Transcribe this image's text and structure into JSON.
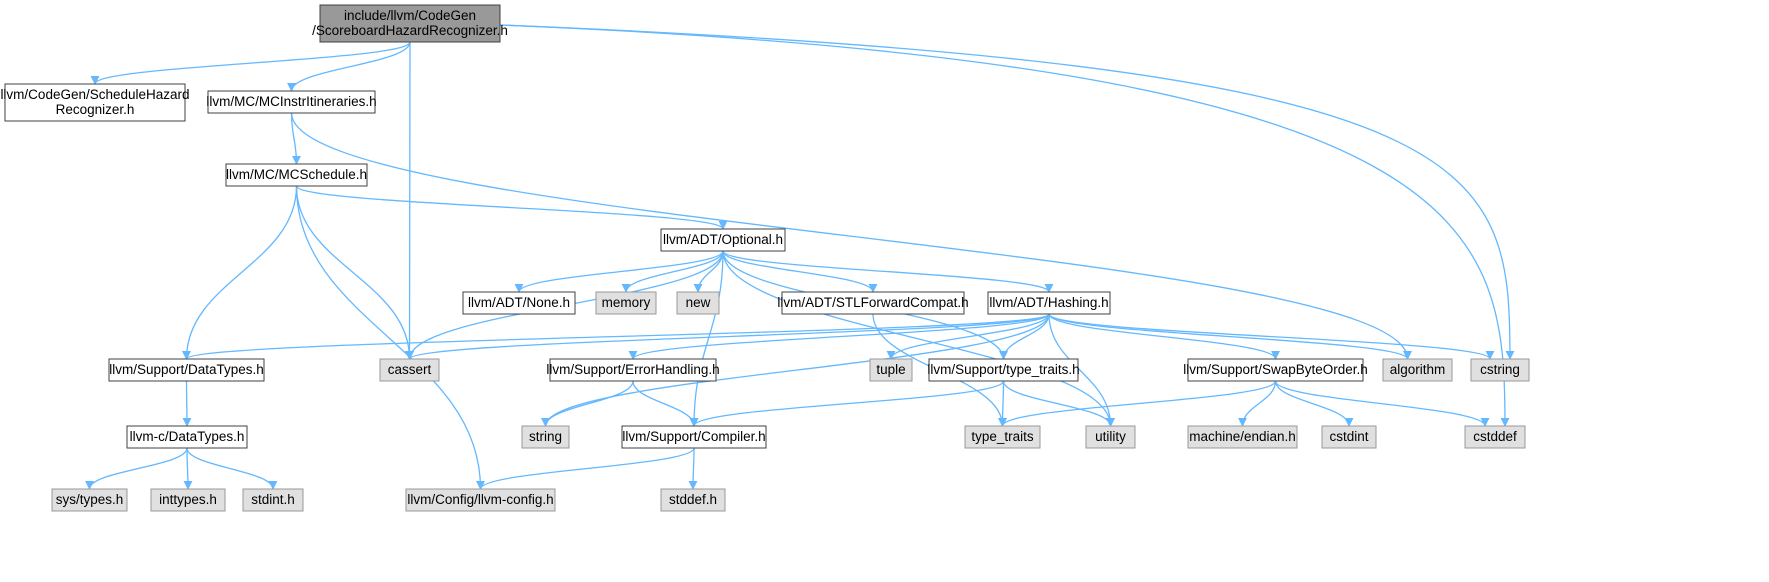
{
  "colors": {
    "edge": "#63b8ff",
    "root_fill": "#999999",
    "project_fill": "#ffffff",
    "system_fill": "#e0e0e0",
    "system_stroke": "#999999",
    "node_stroke": "#404040"
  },
  "nodes": [
    {
      "id": "root",
      "kind": "root",
      "lines": [
        "include/llvm/CodeGen",
        "/ScoreboardHazardRecognizer.h"
      ]
    },
    {
      "id": "schedhaz",
      "kind": "project",
      "lines": [
        "llvm/CodeGen/ScheduleHazard",
        "Recognizer.h"
      ]
    },
    {
      "id": "mcitin",
      "kind": "project",
      "lines": [
        "llvm/MC/MCInstrItineraries.h"
      ]
    },
    {
      "id": "mcsched",
      "kind": "project",
      "lines": [
        "llvm/MC/MCSchedule.h"
      ]
    },
    {
      "id": "optional",
      "kind": "project",
      "lines": [
        "llvm/ADT/Optional.h"
      ]
    },
    {
      "id": "none",
      "kind": "project",
      "lines": [
        "llvm/ADT/None.h"
      ]
    },
    {
      "id": "memory",
      "kind": "system",
      "lines": [
        "memory"
      ]
    },
    {
      "id": "new",
      "kind": "system",
      "lines": [
        "new"
      ]
    },
    {
      "id": "stlfwd",
      "kind": "project",
      "lines": [
        "llvm/ADT/STLForwardCompat.h"
      ]
    },
    {
      "id": "hashing",
      "kind": "project",
      "lines": [
        "llvm/ADT/Hashing.h"
      ]
    },
    {
      "id": "datatypes",
      "kind": "project",
      "lines": [
        "llvm/Support/DataTypes.h"
      ]
    },
    {
      "id": "cassert",
      "kind": "system",
      "lines": [
        "cassert"
      ]
    },
    {
      "id": "errhandling",
      "kind": "project",
      "lines": [
        "llvm/Support/ErrorHandling.h"
      ]
    },
    {
      "id": "tuple",
      "kind": "system",
      "lines": [
        "tuple"
      ]
    },
    {
      "id": "typetraitsh",
      "kind": "project",
      "lines": [
        "llvm/Support/type_traits.h"
      ]
    },
    {
      "id": "swapbyte",
      "kind": "project",
      "lines": [
        "llvm/Support/SwapByteOrder.h"
      ]
    },
    {
      "id": "algorithm",
      "kind": "system",
      "lines": [
        "algorithm"
      ]
    },
    {
      "id": "cstring",
      "kind": "system",
      "lines": [
        "cstring"
      ]
    },
    {
      "id": "cdatatypes",
      "kind": "project",
      "lines": [
        "llvm-c/DataTypes.h"
      ]
    },
    {
      "id": "string",
      "kind": "system",
      "lines": [
        "string"
      ]
    },
    {
      "id": "compiler",
      "kind": "project",
      "lines": [
        "llvm/Support/Compiler.h"
      ]
    },
    {
      "id": "type_traits",
      "kind": "system",
      "lines": [
        "type_traits"
      ]
    },
    {
      "id": "utility",
      "kind": "system",
      "lines": [
        "utility"
      ]
    },
    {
      "id": "endian",
      "kind": "system",
      "lines": [
        "machine/endian.h"
      ]
    },
    {
      "id": "cstdint",
      "kind": "system",
      "lines": [
        "cstdint"
      ]
    },
    {
      "id": "cstddef",
      "kind": "system",
      "lines": [
        "cstddef"
      ]
    },
    {
      "id": "systypes",
      "kind": "system",
      "lines": [
        "sys/types.h"
      ]
    },
    {
      "id": "inttypes",
      "kind": "system",
      "lines": [
        "inttypes.h"
      ]
    },
    {
      "id": "stdint",
      "kind": "system",
      "lines": [
        "stdint.h"
      ]
    },
    {
      "id": "llvmconfig",
      "kind": "system",
      "lines": [
        "llvm/Config/llvm-config.h"
      ]
    },
    {
      "id": "stddef",
      "kind": "system",
      "lines": [
        "stddef.h"
      ]
    }
  ],
  "edges": [
    {
      "from": "root",
      "to": "schedhaz"
    },
    {
      "from": "root",
      "to": "mcitin"
    },
    {
      "from": "root",
      "to": "cassert"
    },
    {
      "from": "root",
      "to": "cstring"
    },
    {
      "from": "root",
      "to": "cstddef"
    },
    {
      "from": "mcitin",
      "to": "mcsched"
    },
    {
      "from": "mcitin",
      "to": "algorithm"
    },
    {
      "from": "mcsched",
      "to": "optional"
    },
    {
      "from": "mcsched",
      "to": "datatypes"
    },
    {
      "from": "mcsched",
      "to": "cassert"
    },
    {
      "from": "mcsched",
      "to": "llvmconfig"
    },
    {
      "from": "optional",
      "to": "none"
    },
    {
      "from": "optional",
      "to": "memory"
    },
    {
      "from": "optional",
      "to": "new"
    },
    {
      "from": "optional",
      "to": "stlfwd"
    },
    {
      "from": "optional",
      "to": "hashing"
    },
    {
      "from": "optional",
      "to": "cassert"
    },
    {
      "from": "optional",
      "to": "compiler"
    },
    {
      "from": "optional",
      "to": "typetraitsh"
    },
    {
      "from": "optional",
      "to": "utility"
    },
    {
      "from": "stlfwd",
      "to": "type_traits"
    },
    {
      "from": "hashing",
      "to": "datatypes"
    },
    {
      "from": "hashing",
      "to": "cassert"
    },
    {
      "from": "hashing",
      "to": "errhandling"
    },
    {
      "from": "hashing",
      "to": "string"
    },
    {
      "from": "hashing",
      "to": "tuple"
    },
    {
      "from": "hashing",
      "to": "typetraitsh"
    },
    {
      "from": "hashing",
      "to": "utility"
    },
    {
      "from": "hashing",
      "to": "swapbyte"
    },
    {
      "from": "hashing",
      "to": "algorithm"
    },
    {
      "from": "hashing",
      "to": "cstring"
    },
    {
      "from": "datatypes",
      "to": "cdatatypes"
    },
    {
      "from": "cdatatypes",
      "to": "systypes"
    },
    {
      "from": "cdatatypes",
      "to": "inttypes"
    },
    {
      "from": "cdatatypes",
      "to": "stdint"
    },
    {
      "from": "errhandling",
      "to": "string"
    },
    {
      "from": "errhandling",
      "to": "compiler"
    },
    {
      "from": "typetraitsh",
      "to": "compiler"
    },
    {
      "from": "typetraitsh",
      "to": "type_traits"
    },
    {
      "from": "typetraitsh",
      "to": "utility"
    },
    {
      "from": "swapbyte",
      "to": "type_traits"
    },
    {
      "from": "swapbyte",
      "to": "endian"
    },
    {
      "from": "swapbyte",
      "to": "cstdint"
    },
    {
      "from": "swapbyte",
      "to": "cstddef"
    },
    {
      "from": "compiler",
      "to": "llvmconfig"
    },
    {
      "from": "compiler",
      "to": "stddef"
    }
  ]
}
